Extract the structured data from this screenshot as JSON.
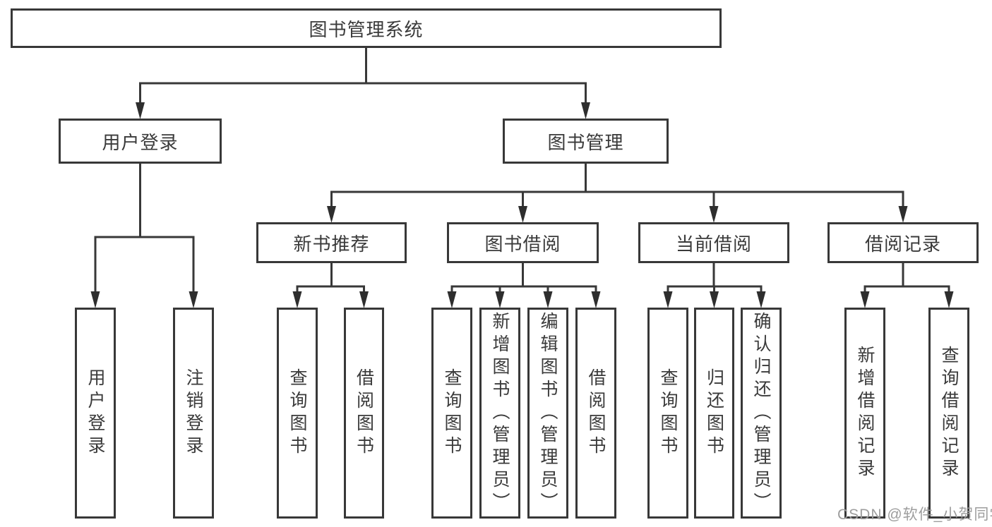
{
  "diagram": {
    "title": "图书管理系统",
    "nodes": [
      {
        "id": "root",
        "label": "图书管理系统",
        "text_direction": "horizontal",
        "children": [
          "login",
          "mgmt"
        ]
      },
      {
        "id": "login",
        "label": "用户登录",
        "text_direction": "horizontal",
        "children": [
          "login-user",
          "login-logout"
        ]
      },
      {
        "id": "mgmt",
        "label": "图书管理",
        "text_direction": "horizontal",
        "children": [
          "newbook",
          "borrow",
          "current",
          "record"
        ]
      },
      {
        "id": "newbook",
        "label": "新书推荐",
        "text_direction": "horizontal",
        "children": [
          "nb-query",
          "nb-borrow"
        ]
      },
      {
        "id": "borrow",
        "label": "图书借阅",
        "text_direction": "horizontal",
        "children": [
          "bw-query",
          "bw-add",
          "bw-edit",
          "bw-borrow"
        ]
      },
      {
        "id": "current",
        "label": "当前借阅",
        "text_direction": "horizontal",
        "children": [
          "cur-query",
          "cur-return",
          "cur-confirm"
        ]
      },
      {
        "id": "record",
        "label": "借阅记录",
        "text_direction": "horizontal",
        "children": [
          "rec-add",
          "rec-query"
        ]
      },
      {
        "id": "login-user",
        "label": "用户登录",
        "text_direction": "vertical",
        "children": []
      },
      {
        "id": "login-logout",
        "label": "注销登录",
        "text_direction": "vertical",
        "children": []
      },
      {
        "id": "nb-query",
        "label": "查询图书",
        "text_direction": "vertical",
        "children": []
      },
      {
        "id": "nb-borrow",
        "label": "借阅图书",
        "text_direction": "vertical",
        "children": []
      },
      {
        "id": "bw-query",
        "label": "查询图书",
        "text_direction": "vertical",
        "children": []
      },
      {
        "id": "bw-add",
        "label": "新增图书（管理员）",
        "text_direction": "vertical",
        "children": []
      },
      {
        "id": "bw-edit",
        "label": "编辑图书（管理员）",
        "text_direction": "vertical",
        "children": []
      },
      {
        "id": "bw-borrow",
        "label": "借阅图书",
        "text_direction": "vertical",
        "children": []
      },
      {
        "id": "cur-query",
        "label": "查询图书",
        "text_direction": "vertical",
        "children": []
      },
      {
        "id": "cur-return",
        "label": "归还图书",
        "text_direction": "vertical",
        "children": []
      },
      {
        "id": "cur-confirm",
        "label": "确认归还（管理员）",
        "text_direction": "vertical",
        "children": []
      },
      {
        "id": "rec-add",
        "label": "新增借阅记录",
        "text_direction": "vertical",
        "children": []
      },
      {
        "id": "rec-query",
        "label": "查询借阅记录",
        "text_direction": "vertical",
        "children": []
      }
    ],
    "colors": {
      "line": "#383838",
      "arrow": "#2e2e2e",
      "border": "#383838",
      "text": "#3a3a3a"
    }
  },
  "watermark": {
    "text": "CSDN @软件_小贺同学",
    "color": "#9d9d9d"
  }
}
